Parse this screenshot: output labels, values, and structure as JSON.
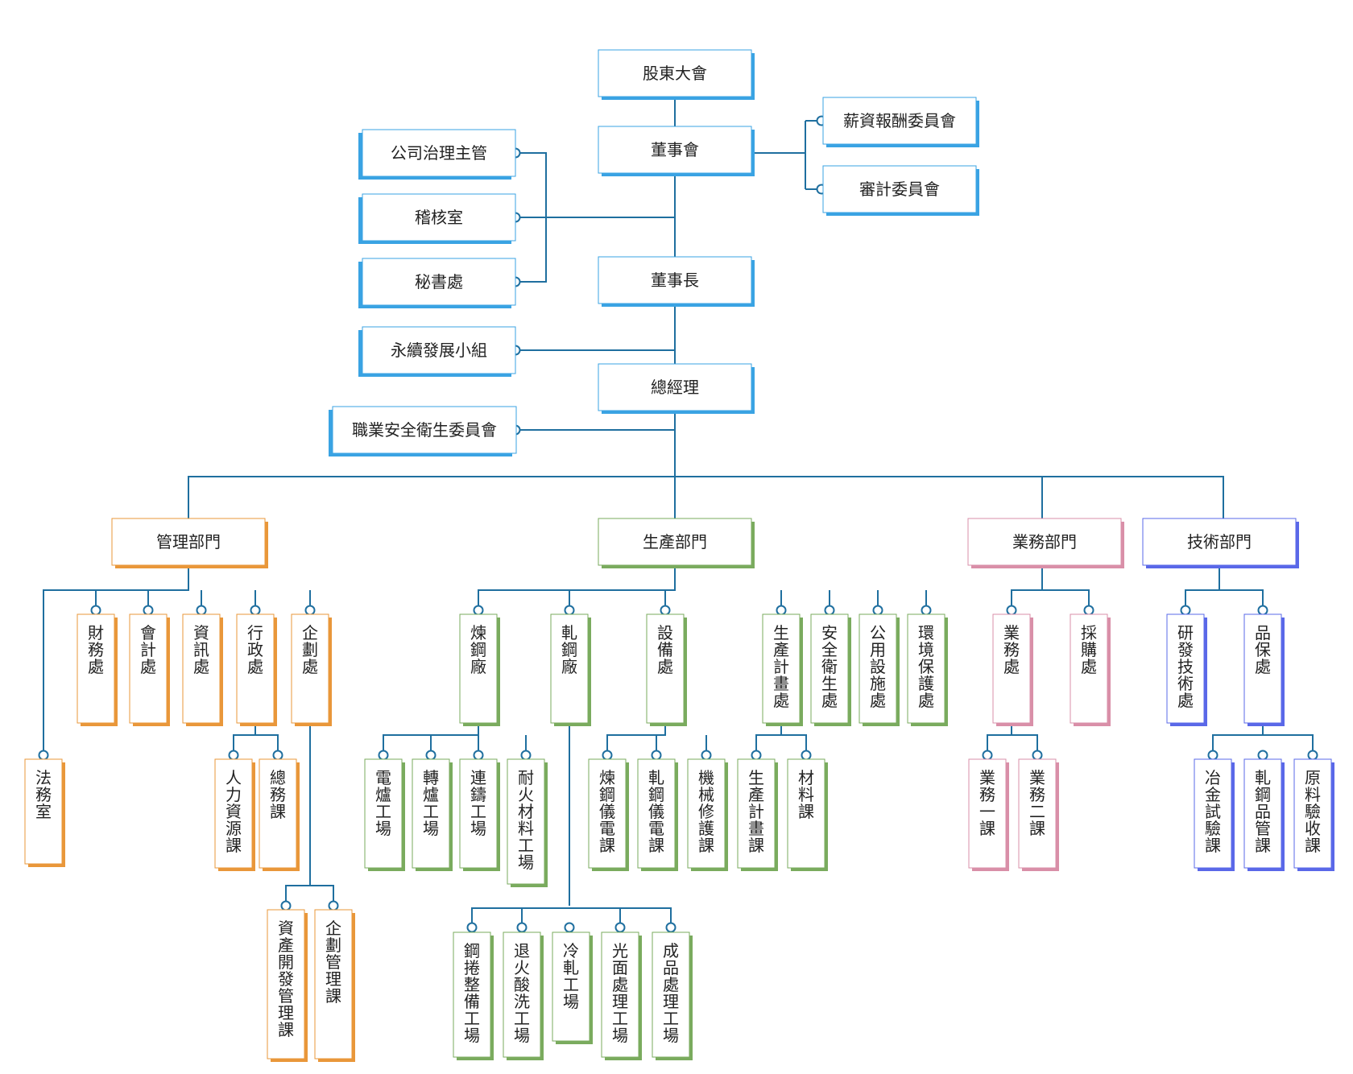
{
  "colors": {
    "line": "#1f6f9f",
    "top": "#3aa3e3",
    "admin": "#e9973a",
    "prod": "#7aab5e",
    "sales": "#d98fa8",
    "tech": "#5a68e8",
    "node_fill": "#ffffff"
  },
  "boxes": {
    "shareholders": "股東大會",
    "board": "董事會",
    "chairman": "董事長",
    "gm": "總經理",
    "salary_committee": "薪資報酬委員會",
    "audit_committee": "審計委員會",
    "governance": "公司治理主管",
    "audit_office": "稽核室",
    "secretariat": "秘書處",
    "sustainability": "永續發展小組",
    "safety_committee": "職業安全衛生委員會",
    "admin": "管理部門",
    "prod": "生產部門",
    "sales": "業務部門",
    "tech": "技術部門",
    "legal": "法務室",
    "finance": "財務處",
    "accounting": "會計處",
    "info": "資訊處",
    "administration": "行政處",
    "planning": "企劃處",
    "hr": "人力資源課",
    "general_affairs": "總務課",
    "asset_dev": "資產開發管理課",
    "planning_mgmt": "企劃管理課",
    "steelmaking": "煉鋼廠",
    "rolling": "軋鋼廠",
    "equipment": "設備處",
    "prod_planning": "生產計畫處",
    "safety_health": "安全衛生處",
    "utilities": "公用設施處",
    "environment": "環境保護處",
    "eaf": "電爐工場",
    "converter": "轉爐工場",
    "caster": "連鑄工場",
    "refractory": "耐火材料工場",
    "coil_prep": "鋼捲整備工場",
    "annealing": "退火酸洗工場",
    "cold_roll": "冷軋工場",
    "bright": "光面處理工場",
    "finishing": "成品處理工場",
    "steel_ie": "煉鋼儀電課",
    "roll_ie": "軋鋼儀電課",
    "mech": "機械修護課",
    "prod_plan_sec": "生產計畫課",
    "material": "材料課",
    "business": "業務處",
    "purchasing": "採購處",
    "biz1": "業務一課",
    "biz2": "業務二課",
    "rd": "研發技術處",
    "qa": "品保處",
    "metal_test": "冶金試驗課",
    "roll_qc": "軋鋼品管課",
    "raw_test": "原料驗收課"
  }
}
